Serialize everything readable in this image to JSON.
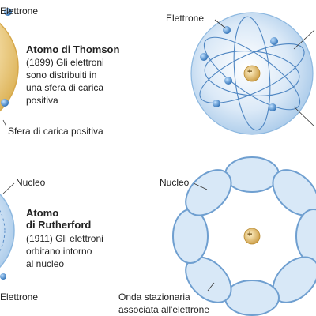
{
  "thomson": {
    "label_electron": "Elettrone",
    "title": "Atomo di Thomson",
    "desc_lines": [
      "(1899) Gli elettroni",
      "sono distribuiti in",
      "una sfera di carica",
      "positiva"
    ],
    "label_sphere": "Sfera di carica positiva"
  },
  "orbital": {
    "label_electron": "Elettrone",
    "nucleus_symbol": "+"
  },
  "rutherford": {
    "label_nucleus": "Nucleo",
    "title_lines": [
      "Atomo",
      "di Rutherford"
    ],
    "desc_lines": [
      "(1911) Gli elettroni",
      "orbitano intorno",
      "al nucleo"
    ],
    "label_electron": "Elettrone"
  },
  "bohr": {
    "label_nucleus": "Nucleo",
    "nucleus_symbol": "+",
    "label_wave_lines": [
      "Onda stazionaria",
      "associata all'elettrone"
    ]
  },
  "colors": {
    "sphere_gold": "#f1d48f",
    "sphere_blue": "#b9d6ef",
    "electron_blue": "#3d7fc0",
    "nucleus_gold": "#d2a544",
    "wave_blue": "#6f9fd0"
  }
}
